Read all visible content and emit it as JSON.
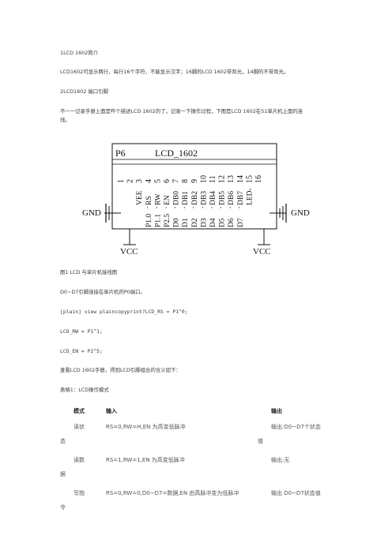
{
  "paragraphs": {
    "p1": "1LCD 1602简介",
    "p2": "LCD1602可显示两行，每行16个字符，不能显示汉字；16脚的LCD 1602带背光，14脚的不带背光。",
    "p3": "2LCD1602 端口引脚",
    "p4a": "不一一记录手册上面是咋个描述LCD 1602的了，记录一下操作过程，下图是LCD 1602在51单片机上面的连",
    "p4b": "线。",
    "caption": "图1 LCD 与单片机接线图",
    "p5": "D0~D7引脚连接在单片机的P0端口。",
    "code1": "[plain] view plaincopyprint?LCD_RS = P1^0;",
    "code2": "LCD_RW = P1^1;",
    "code3": "LCD_EN = P2^5;",
    "p6": "查看LCD 1602手册，得到LCD引脚组合的含义如下：",
    "p7": "表格1：LCD操作模式"
  },
  "schematic": {
    "header_left": "P6",
    "header_right": "LCD_1602",
    "gnd_left": "GND",
    "gnd_right": "GND",
    "vcc_left": "VCC",
    "vcc_right": "VCC",
    "pin_numbers": [
      "1",
      "2",
      "3",
      "4",
      "5",
      "6",
      "7",
      "8",
      "9",
      "10",
      "11",
      "12",
      "13",
      "14",
      "15",
      "16"
    ],
    "outer_labels": [
      "",
      "",
      "VEE",
      "RS",
      "RW",
      "EN",
      "DB0",
      "DB1",
      "DB2",
      "DB3",
      "DB4",
      "DB5",
      "DB6",
      "DB7",
      "LED-",
      ""
    ],
    "inner_labels": [
      "",
      "",
      "",
      "P1.0",
      "P1.1",
      "P2.5",
      "D0",
      "D1",
      "D2",
      "D3",
      "D4",
      "D5",
      "D6",
      "D7",
      "",
      ""
    ]
  },
  "table": {
    "headers": [
      "模式",
      "输入",
      "输出"
    ],
    "rows": [
      {
        "mode": "读状",
        "mode_wrap": "态",
        "input": "RS=0,RW=H,EN 为高变低脉冲",
        "output": "输出:D0~D7个状态",
        "output_wrap": "值"
      },
      {
        "mode": "读数",
        "mode_wrap": "据",
        "input": "RS=1,RW=1,EN 为高变低脉冲",
        "output": "输出:无",
        "output_wrap": ""
      },
      {
        "mode": "写指",
        "mode_wrap": "令",
        "input": "RS=0,RW=0,D0~D7=数据,EN 由高脉冲变为低脉冲",
        "output": "输出 D0~D7状态值",
        "output_wrap": ""
      }
    ]
  }
}
